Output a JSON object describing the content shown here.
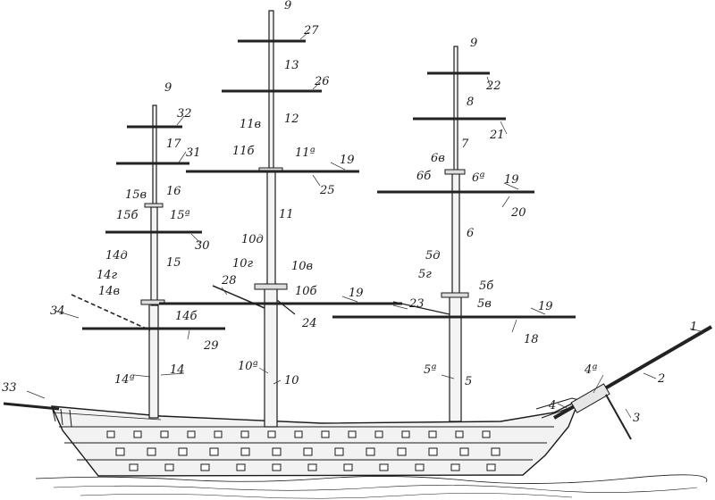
{
  "labels": [
    {
      "id": "l1",
      "text": "1"
    },
    {
      "id": "l2",
      "text": "2"
    },
    {
      "id": "l3",
      "text": "3"
    },
    {
      "id": "l4",
      "text": "4"
    },
    {
      "id": "l4a",
      "text": "4ª"
    },
    {
      "id": "l5",
      "text": "5"
    },
    {
      "id": "l5a",
      "text": "5ª"
    },
    {
      "id": "l5b",
      "text": "5б"
    },
    {
      "id": "l5v",
      "text": "5в"
    },
    {
      "id": "l5g",
      "text": "5г"
    },
    {
      "id": "l5d",
      "text": "5д"
    },
    {
      "id": "l6",
      "text": "6"
    },
    {
      "id": "l6a",
      "text": "6ª"
    },
    {
      "id": "l6b",
      "text": "6б"
    },
    {
      "id": "l6v",
      "text": "6в"
    },
    {
      "id": "l7",
      "text": "7"
    },
    {
      "id": "l8",
      "text": "8"
    },
    {
      "id": "l9a",
      "text": "9"
    },
    {
      "id": "l9b",
      "text": "9"
    },
    {
      "id": "l9c",
      "text": "9"
    },
    {
      "id": "l10",
      "text": "10"
    },
    {
      "id": "l10a",
      "text": "10ª"
    },
    {
      "id": "l10b",
      "text": "10б"
    },
    {
      "id": "l10v",
      "text": "10в"
    },
    {
      "id": "l10g",
      "text": "10г"
    },
    {
      "id": "l10d",
      "text": "10д"
    },
    {
      "id": "l11",
      "text": "11"
    },
    {
      "id": "l11a",
      "text": "11ª"
    },
    {
      "id": "l11b",
      "text": "11б"
    },
    {
      "id": "l11v",
      "text": "11в"
    },
    {
      "id": "l12",
      "text": "12"
    },
    {
      "id": "l13",
      "text": "13"
    },
    {
      "id": "l14",
      "text": "14"
    },
    {
      "id": "l14a",
      "text": "14ª"
    },
    {
      "id": "l14b",
      "text": "14б"
    },
    {
      "id": "l14v",
      "text": "14в"
    },
    {
      "id": "l14g",
      "text": "14г"
    },
    {
      "id": "l14d",
      "text": "14д"
    },
    {
      "id": "l15",
      "text": "15"
    },
    {
      "id": "l15a",
      "text": "15ª"
    },
    {
      "id": "l15b",
      "text": "15б"
    },
    {
      "id": "l15v",
      "text": "15в"
    },
    {
      "id": "l16",
      "text": "16"
    },
    {
      "id": "l17",
      "text": "17"
    },
    {
      "id": "l18",
      "text": "18"
    },
    {
      "id": "l19a",
      "text": "19"
    },
    {
      "id": "l19b",
      "text": "19"
    },
    {
      "id": "l19c",
      "text": "19"
    },
    {
      "id": "l19d",
      "text": "19"
    },
    {
      "id": "l20",
      "text": "20"
    },
    {
      "id": "l21",
      "text": "21"
    },
    {
      "id": "l22",
      "text": "22"
    },
    {
      "id": "l23",
      "text": "23"
    },
    {
      "id": "l24",
      "text": "24"
    },
    {
      "id": "l25",
      "text": "25"
    },
    {
      "id": "l26",
      "text": "26"
    },
    {
      "id": "l27",
      "text": "27"
    },
    {
      "id": "l28",
      "text": "28"
    },
    {
      "id": "l29",
      "text": "29"
    },
    {
      "id": "l30",
      "text": "30"
    },
    {
      "id": "l31",
      "text": "31"
    },
    {
      "id": "l32",
      "text": "32"
    },
    {
      "id": "l33",
      "text": "33"
    },
    {
      "id": "l34",
      "text": "34"
    }
  ]
}
